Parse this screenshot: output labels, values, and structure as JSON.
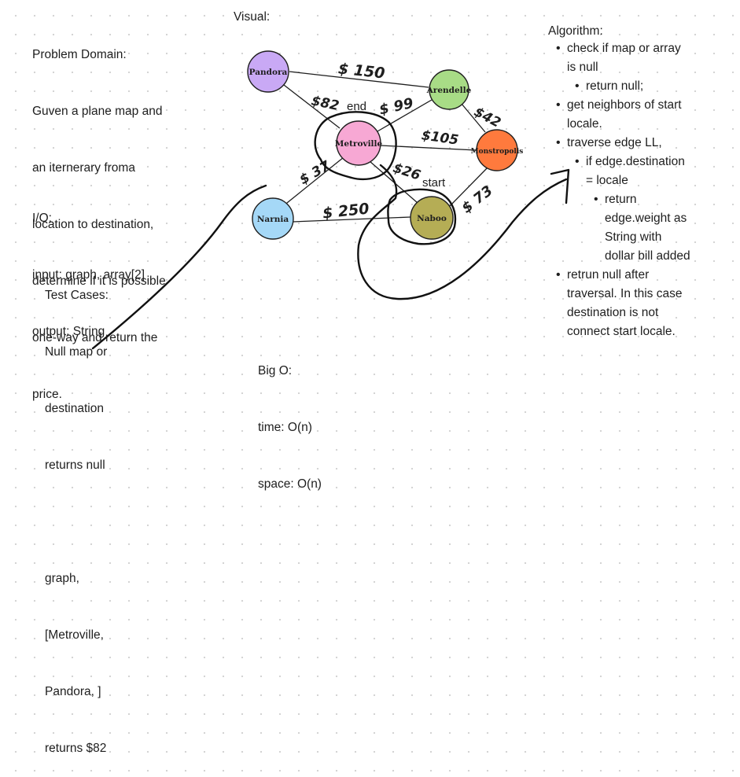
{
  "problem": {
    "lines": [
      "Problem Domain:",
      "Guven a plane map and",
      "an iternerary froma",
      "location to destination,",
      "determine if it is possible",
      "one-way and return the",
      "price."
    ]
  },
  "io": {
    "lines": [
      "I/O:",
      "input: graph, array[2]",
      "output: String"
    ]
  },
  "tests": {
    "lines": [
      "Test Cases:",
      "Null map or",
      "destination",
      "returns null",
      "",
      "graph,",
      "[Metroville,",
      "Pandora, ]",
      "returns $82"
    ]
  },
  "visual_title": "Visual:",
  "bigo": {
    "lines": [
      "Big O:",
      "time: O(n)",
      "space: O(n)"
    ]
  },
  "algorithm": {
    "title": "Algorithm:",
    "items": [
      "check if map or array",
      "is null",
      "return null;",
      "get neighbors of start",
      "locale.",
      "traverse edge LL,",
      "if edge.destination",
      "= locale",
      "return",
      "edge.weight as",
      "String with",
      "dollar bill added",
      "retrun null after",
      "traversal. In this case",
      "destination is not",
      "connect start locale."
    ]
  },
  "graph": {
    "nodes": [
      {
        "label": "Pandora",
        "color": "#c9a9f5"
      },
      {
        "label": "Arendelle",
        "color": "#a8dc86"
      },
      {
        "label": "Metroville",
        "color": "#f7a8d4"
      },
      {
        "label": "Monstropolis",
        "color": "#ff7a3d"
      },
      {
        "label": "Narnia",
        "color": "#a5d8f7"
      },
      {
        "label": "Naboo",
        "color": "#b5ad55"
      }
    ],
    "weights": [
      "$ 150",
      "$82",
      "$ 99",
      "$42",
      "$105",
      "$ 37",
      "$26",
      "$ 250",
      "$ 73"
    ],
    "end_label": "end",
    "start_label": "start"
  }
}
